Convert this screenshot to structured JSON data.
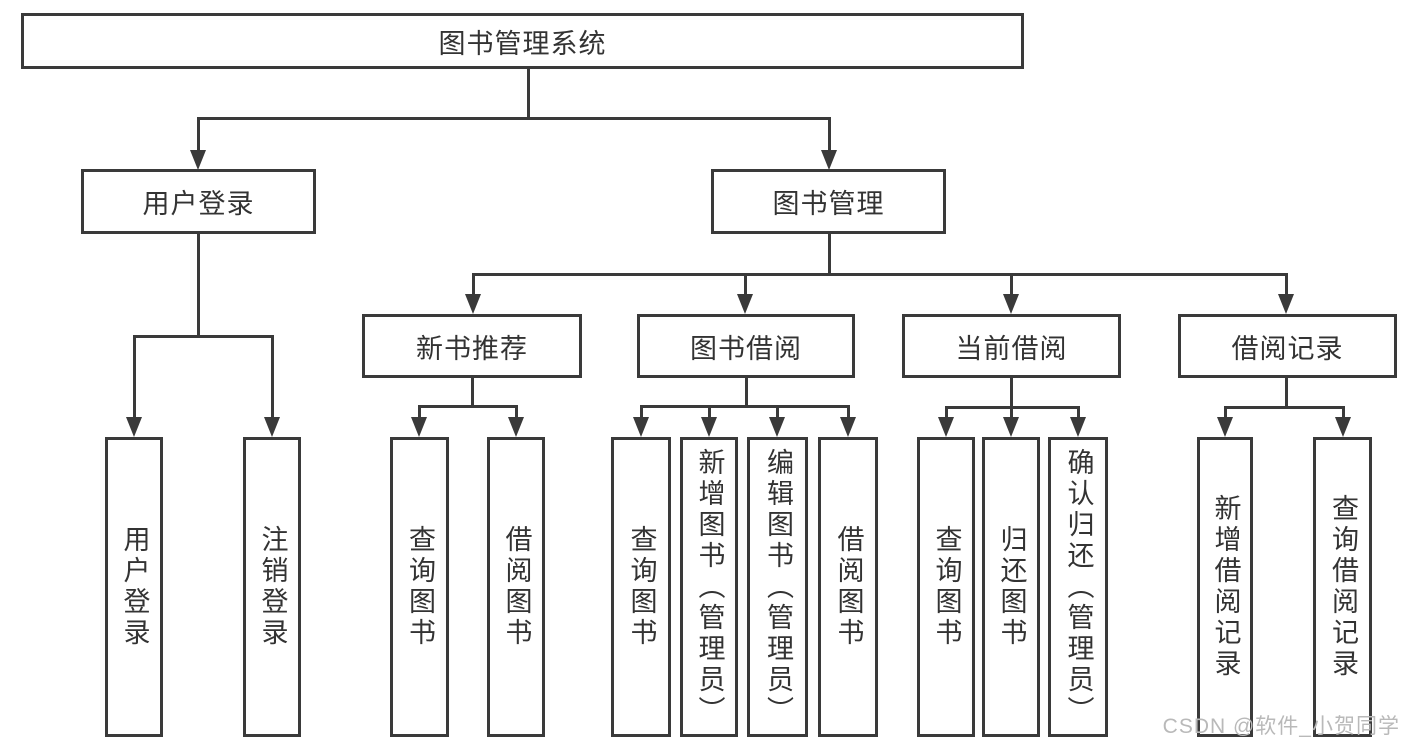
{
  "diagram_title": "图书管理系统",
  "tree": {
    "root": {
      "label": "图书管理系统"
    },
    "level1": [
      {
        "label": "用户登录",
        "parent": "图书管理系统"
      },
      {
        "label": "图书管理",
        "parent": "图书管理系统"
      }
    ],
    "level2": [
      {
        "label": "新书推荐",
        "parent": "图书管理"
      },
      {
        "label": "图书借阅",
        "parent": "图书管理"
      },
      {
        "label": "当前借阅",
        "parent": "图书管理"
      },
      {
        "label": "借阅记录",
        "parent": "图书管理"
      }
    ],
    "leaves": [
      {
        "label": "用户登录",
        "parent": "用户登录"
      },
      {
        "label": "注销登录",
        "parent": "用户登录"
      },
      {
        "label": "查询图书",
        "parent": "新书推荐"
      },
      {
        "label": "借阅图书",
        "parent": "新书推荐"
      },
      {
        "label": "查询图书",
        "parent": "图书借阅"
      },
      {
        "label": "新增图书（管理员）",
        "parent": "图书借阅"
      },
      {
        "label": "编辑图书（管理员）",
        "parent": "图书借阅"
      },
      {
        "label": "借阅图书",
        "parent": "图书借阅"
      },
      {
        "label": "查询图书",
        "parent": "当前借阅"
      },
      {
        "label": "归还图书",
        "parent": "当前借阅"
      },
      {
        "label": "确认归还（管理员）",
        "parent": "当前借阅"
      },
      {
        "label": "新增借阅记录",
        "parent": "借阅记录"
      },
      {
        "label": "查询借阅记录",
        "parent": "借阅记录"
      }
    ]
  },
  "watermark": {
    "text": "CSDN @软件_小贺同学"
  },
  "colors": {
    "line": "#3a3a3a",
    "text": "#333333",
    "background": "#ffffff",
    "watermark": "#b9b9b9"
  }
}
